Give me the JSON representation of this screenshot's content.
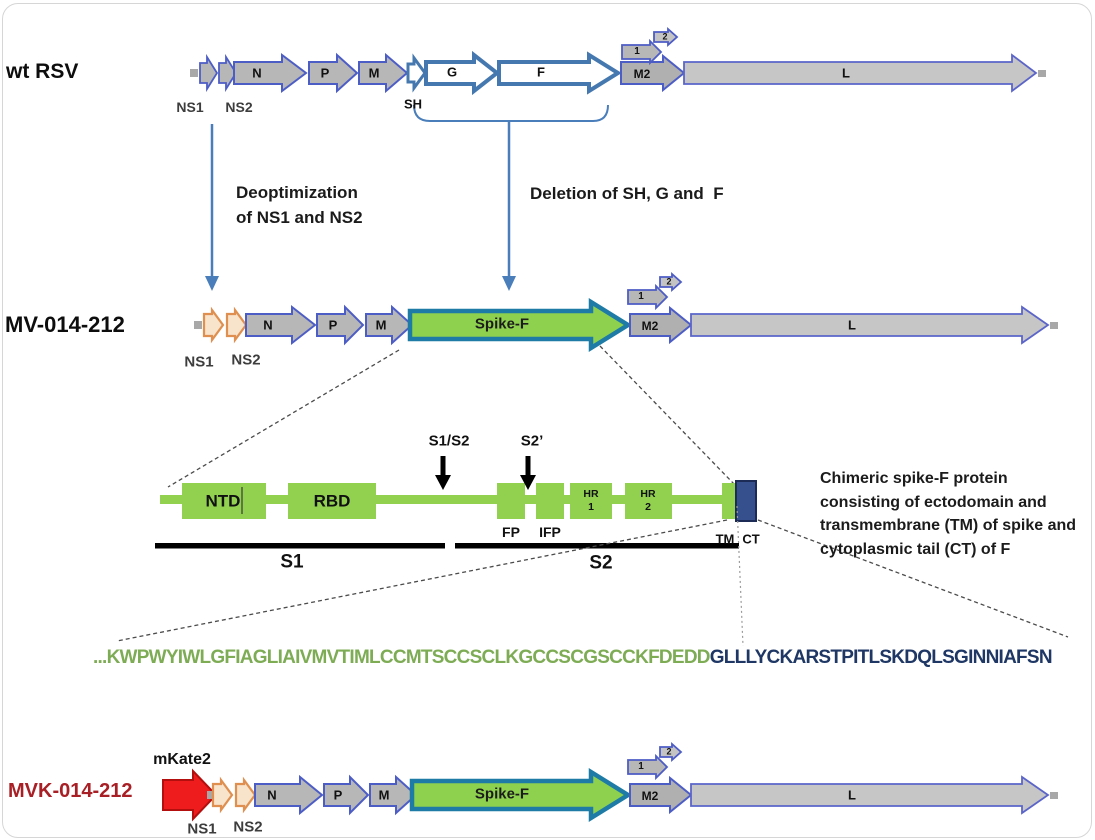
{
  "figure": {
    "rows": {
      "wt": {
        "label": "wt RSV",
        "genes": {
          "ns1": "NS1",
          "ns2": "NS2",
          "n": "N",
          "p": "P",
          "m": "M",
          "sh": "SH",
          "g": "G",
          "f": "F",
          "m2": "M2",
          "m2orf1": "1",
          "m2orf2": "2",
          "l": "L"
        }
      },
      "mv": {
        "label": "MV-014-212",
        "genes": {
          "ns1": "NS1",
          "ns2": "NS2",
          "n": "N",
          "p": "P",
          "m": "M",
          "spikef": "Spike-F",
          "m2": "M2",
          "m2orf1": "1",
          "m2orf2": "2",
          "l": "L"
        }
      },
      "mvk": {
        "label": "MVK-014-212",
        "reporter": "mKate2",
        "genes": {
          "ns1": "NS1",
          "ns2": "NS2",
          "n": "N",
          "p": "P",
          "m": "M",
          "spikef": "Spike-F",
          "m2": "M2",
          "m2orf1": "1",
          "m2orf2": "2",
          "l": "L"
        }
      }
    },
    "annotations": {
      "deoptimization": "Deoptimization\nof NS1 and NS2",
      "deletion": "Deletion of SH, G and  F",
      "caption": "Chimeric spike-F protein consisting of ectodomain and transmembrane (TM) of spike and cytoplasmic tail (CT) of F"
    },
    "domain_map": {
      "ntd": "NTD",
      "rbd": "RBD",
      "cleavage1": "S1/S2",
      "cleavage2": "S2’",
      "fp": "FP",
      "ifp": "IFP",
      "hr1_top": "HR",
      "hr1_bottom": "1",
      "hr2_top": "HR",
      "hr2_bottom": "2",
      "tm": "TM",
      "ct": "CT",
      "s1": "S1",
      "s2": "S2"
    },
    "sequence": {
      "spike_segment": "...KWPWYIWLGFIAGLIAIVMVTIMLCCMTSCCSCLKGCCSCGSCCKFDEDD",
      "f_segment": "GLLLYCKARSTPITLSKDQLSGINNIAFSN"
    },
    "colors": {
      "gene_gray": "#b7b7b7",
      "gene_outline_blue": "#4d5dc6",
      "white_gene_outline": "#4678b0",
      "ns_orange_outline": "#df9050",
      "ns_orange_fill": "#f8e3cb",
      "spike_green": "#8ed14f",
      "spike_outline_teal": "#1d7ba6",
      "domain_green": "#92d050",
      "ct_navy": "#35508c",
      "seq_green": "#7dac55",
      "seq_navy": "#1e3765",
      "mkate2_red": "#ee1c1c",
      "mvk_label_red": "#a82025",
      "connector_blue": "#4a7ebb"
    }
  }
}
